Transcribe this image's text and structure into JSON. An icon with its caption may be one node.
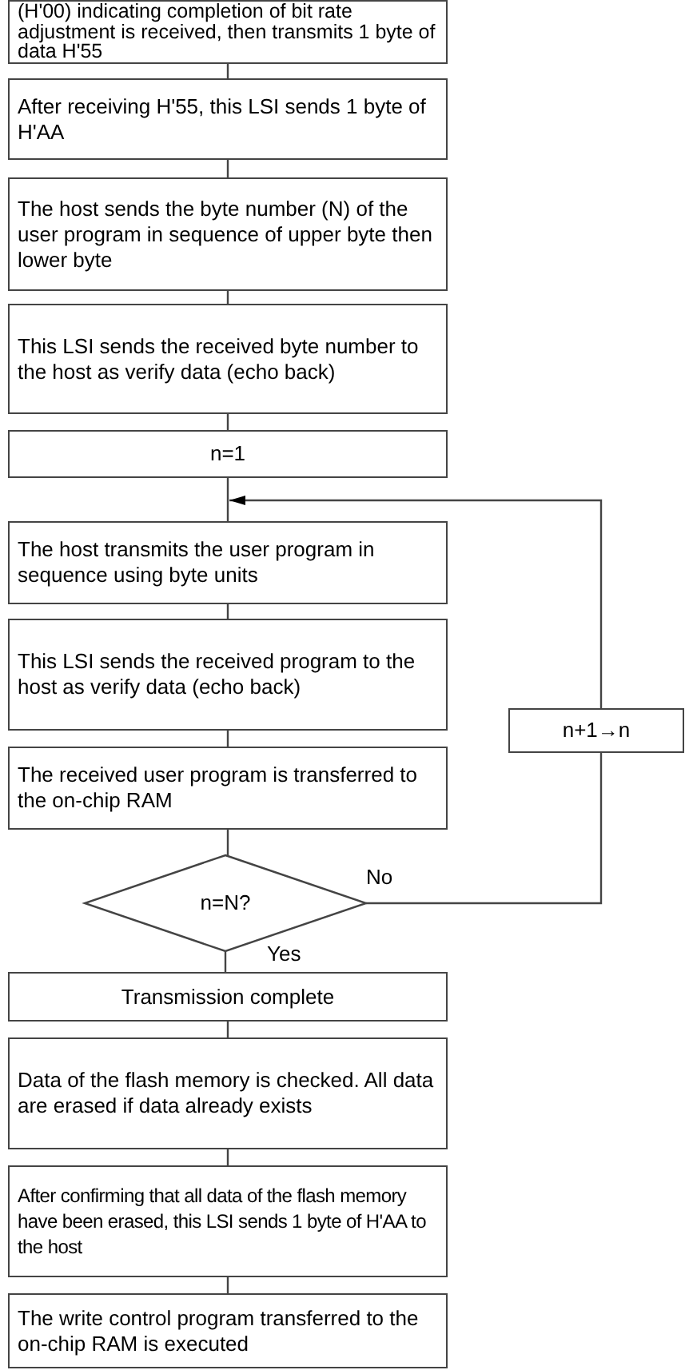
{
  "diagram": {
    "nodes": [
      {
        "text": [
          "(H'00) indicating completion of bit rate adjustment is received, then transmits 1 byte of data H'55"
        ]
      },
      {
        "text": [
          "After receiving H'55, this LSI sends 1 byte of H'AA"
        ]
      },
      {
        "text": [
          "The host sends the byte number (N) of the user program in sequence of upper byte then lower byte"
        ]
      },
      {
        "text": [
          "This LSI sends the received byte number to the host as verify data (echo back)"
        ]
      },
      {
        "text": [
          "n=1"
        ]
      },
      {
        "text": [
          "The host transmits the user program in sequence using byte units"
        ]
      },
      {
        "text": [
          "This LSI sends the received program to the host as verify data (echo back)"
        ]
      },
      {
        "text": [
          "n+1→n"
        ]
      },
      {
        "text": [
          "The received user program is transferred to the on-chip RAM"
        ]
      },
      {
        "text": [
          "n=N?"
        ]
      },
      {
        "text": [
          "Transmission complete"
        ]
      },
      {
        "text": [
          "Data of the flash memory is checked. All data are erased if data already exists"
        ]
      },
      {
        "text": [
          "After confirming that all data of the flash memory have been erased, this LSI sends 1 byte of H'AA to the host"
        ]
      },
      {
        "text": [
          "The write control program transferred to the on-chip RAM is executed"
        ]
      }
    ],
    "edges": [
      {
        "from": 0,
        "to": 1,
        "arrow": "none"
      },
      {
        "from": 1,
        "to": 2,
        "arrow": "none"
      },
      {
        "from": 2,
        "to": 3,
        "arrow": "none"
      },
      {
        "from": 3,
        "to": 4,
        "arrow": "none"
      },
      {
        "from": 4,
        "to": 5,
        "arrow": "none"
      },
      {
        "from": 5,
        "to": 6,
        "arrow": "none"
      },
      {
        "from": 6,
        "to": 8,
        "arrow": "none"
      },
      {
        "from": 8,
        "to": 9,
        "arrow": "none"
      },
      {
        "from": 9,
        "to": 10,
        "label": "Yes",
        "arrow": "none"
      },
      {
        "from": 9,
        "to": 7,
        "label": "No",
        "arrow": "none"
      },
      {
        "from": 7,
        "to": 5,
        "arrow": "to"
      },
      {
        "from": 10,
        "to": 11,
        "arrow": "none"
      },
      {
        "from": 11,
        "to": 12,
        "arrow": "none"
      },
      {
        "from": 12,
        "to": 13,
        "arrow": "none"
      }
    ]
  }
}
